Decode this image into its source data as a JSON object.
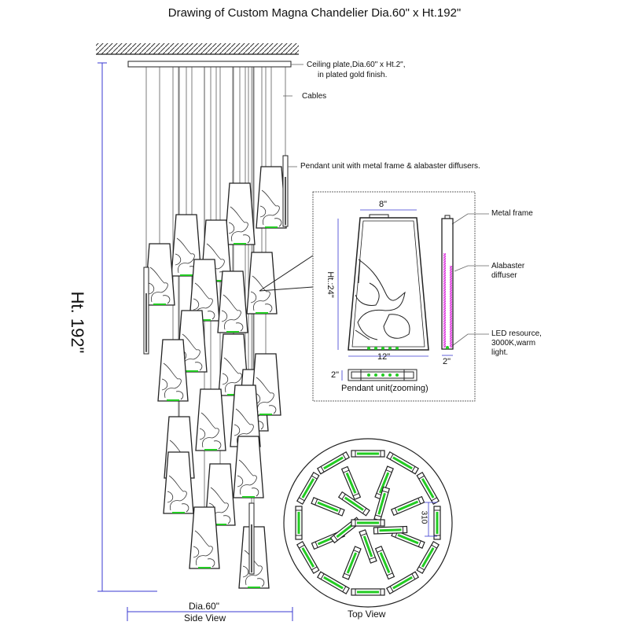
{
  "title": "Drawing of Custom Magna Chandelier Dia.60\" x Ht.192\"",
  "side_view": {
    "height_label": "Ht. 192\"",
    "diameter_label": "Dia.60\"",
    "view_label": "Side View",
    "callouts": {
      "ceiling_plate_line1": "Ceiling plate,Dia.60\" x Ht.2\",",
      "ceiling_plate_line2": "in plated gold finish.",
      "cables": "Cables",
      "pendant": "Pendant unit with metal frame & alabaster diffusers."
    }
  },
  "detail": {
    "top_width": "8\"",
    "height": "Ht.:24\"",
    "bottom_width": "12\"",
    "depth": "2\"",
    "side_depth": "2\"",
    "caption": "Pendant unit(zooming)",
    "metal_frame": "Metal frame",
    "alabaster_line1": "Alabaster",
    "alabaster_line2": "diffuser",
    "led_line1": "LED resource,",
    "led_line2": "3000K,warm",
    "led_line3": "light."
  },
  "top_view": {
    "view_label": "Top View",
    "dim_label": "310"
  },
  "colors": {
    "dimension": "#3a3ad0",
    "led": "#22cc22",
    "diffuser": "#e040e0"
  }
}
